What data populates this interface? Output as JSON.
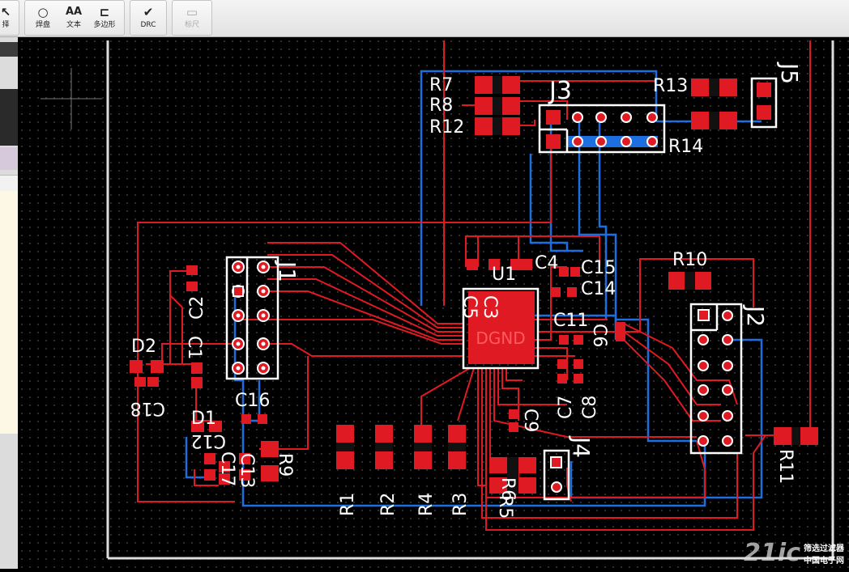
{
  "toolbar": {
    "partial_label": "择",
    "items": [
      {
        "label": "焊盘",
        "icon": "pad-icon"
      },
      {
        "label": "文本",
        "icon": "text-icon"
      },
      {
        "label": "多边形",
        "icon": "polygon-icon"
      },
      {
        "label": "DRC",
        "icon": "check-icon"
      },
      {
        "label": "标尺",
        "icon": "ruler-icon"
      }
    ]
  },
  "board": {
    "silk_labels": {
      "R7": "R7",
      "R8": "R8",
      "R12": "R12",
      "J3": "J3",
      "R13": "R13",
      "J5": "J5",
      "R14": "R14",
      "J1": "J1",
      "C2": "C2",
      "C1": "C1",
      "D2": "D2",
      "C18": "C18",
      "U1": "U1",
      "C4": "C4",
      "C15": "C15",
      "C14": "C14",
      "C5": "C5",
      "C3": "C3",
      "C11": "C11",
      "C6": "C6",
      "R10": "R10",
      "J2": "J2",
      "C16": "C16",
      "D1": "D1",
      "C12": "C12",
      "C17": "C17",
      "C13": "C13",
      "R9": "R9",
      "C7": "C7",
      "C8": "C8",
      "C9": "C9",
      "J4": "J4",
      "R6": "R6",
      "R5": "R5",
      "R1": "R1",
      "R2": "R2",
      "R4": "R4",
      "R3": "R3",
      "R11": "R11"
    },
    "u1_pad_text": "DGND"
  },
  "watermark": {
    "brand": "21ic",
    "cn": "中国电子网",
    "caption": "筛选过滤器"
  },
  "colors": {
    "top_copper": "#e01a22",
    "bottom_copper": "#1d6fe0",
    "silkscreen": "#ffffff",
    "canvas": "#000000"
  }
}
